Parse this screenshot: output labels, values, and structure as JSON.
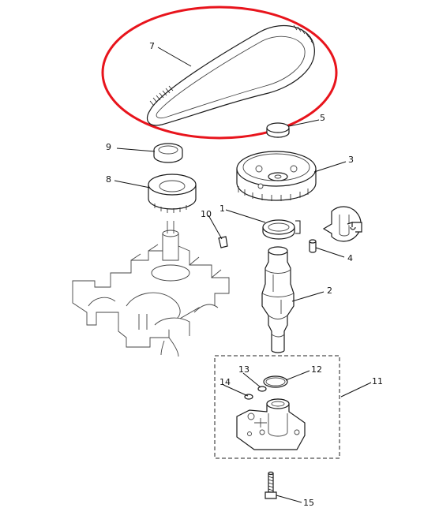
{
  "diagram": {
    "callouts": [
      {
        "id": "1",
        "label": "1"
      },
      {
        "id": "2",
        "label": "2"
      },
      {
        "id": "3",
        "label": "3"
      },
      {
        "id": "4",
        "label": "4"
      },
      {
        "id": "5",
        "label": "5"
      },
      {
        "id": "7",
        "label": "7"
      },
      {
        "id": "8",
        "label": "8"
      },
      {
        "id": "9",
        "label": "9"
      },
      {
        "id": "10",
        "label": "10"
      },
      {
        "id": "11",
        "label": "11"
      },
      {
        "id": "12",
        "label": "12"
      },
      {
        "id": "13",
        "label": "13"
      },
      {
        "id": "14",
        "label": "14"
      },
      {
        "id": "15",
        "label": "15"
      }
    ],
    "highlight_color": "#e8141c",
    "line_color": "#1a1a1a"
  }
}
